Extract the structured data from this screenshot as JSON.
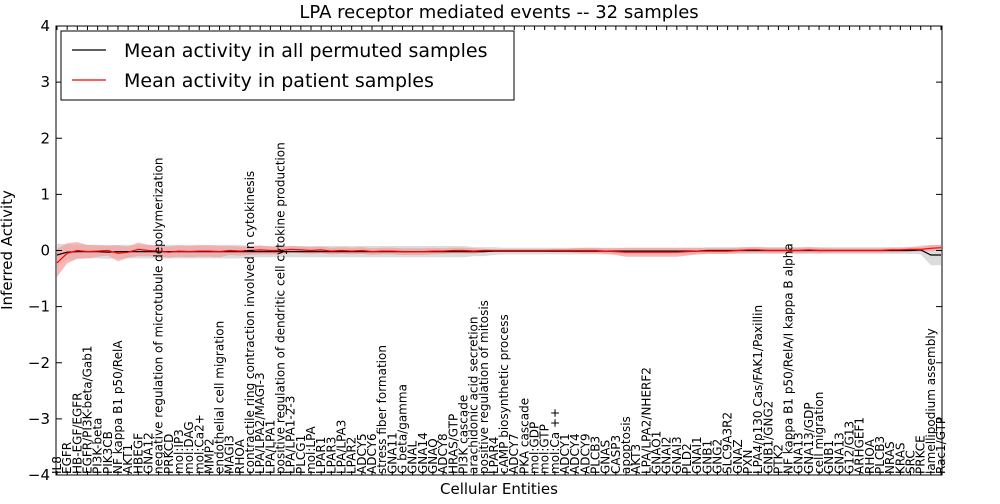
{
  "chart_data": {
    "type": "line",
    "title": "LPA receptor mediated events -- 32 samples",
    "xlabel": "Cellular Entities",
    "ylabel": "Inferred Activity",
    "ylim": [
      -4,
      4
    ],
    "yticks": [
      -4,
      -3,
      -2,
      -1,
      0,
      1,
      2,
      3,
      4
    ],
    "ytick_labels": [
      "−4",
      "−3",
      "−2",
      "−1",
      "0",
      "1",
      "2",
      "3",
      "4"
    ],
    "grid": false,
    "legend_location": "upper-left",
    "categories": [
      "IL8",
      "EGFR",
      "HB-EGF/EGFR",
      "EGFR/PI3K-beta/Gab1",
      "PI3K-beta",
      "PIK3CB",
      "NF kappa B1 p50/RelA",
      "AKT1",
      "HBEGF",
      "GNA12",
      "negative regulation of microtubule depolymerization",
      "PRKCD",
      "mol:IP3",
      "mol:DAG",
      "mol:Ca2+",
      "MMP2",
      "endothelial cell migration",
      "MAGI3",
      "RHOA",
      "contractile ring contraction involved in cytokinesis",
      "LPA/LPA2/MAGI-3",
      "LPA/LPA1",
      "positive regulation of dendritic cell cytokine production",
      "LPA/LPA1-2-3",
      "PLCG1",
      "mol:LPA",
      "LPAR1",
      "LPAR3",
      "LPA/LPA3",
      "LPAR2",
      "ADCY5",
      "ADCY6",
      "stress fiber formation",
      "GNA11",
      "G beta/gamma",
      "GNAL",
      "GNA14",
      "GNAQ",
      "ADCY8",
      "HRAS/GTP",
      "PI3K cascade",
      "arachidonic acid secretion",
      "positive regulation of mitosis",
      "LPAR4",
      "cAMP biosynthetic process",
      "ADCY7",
      "PKA cascade",
      "mol:GDP",
      "mol:GTP",
      "mol:Ca ++",
      "ADCY1",
      "ADCY4",
      "ADCY9",
      "PLCB3",
      "GNAS",
      "CASP3",
      "apoptosis",
      "AKT3",
      "LPA/LPA2/NHERF2",
      "GNAO1",
      "GNAI2",
      "GNAI3",
      "PLD2",
      "GNAI1",
      "GNB1",
      "GNG2",
      "SLC9A3R2",
      "GNAZ",
      "PXN",
      "LPA4/p130 Cas/FAK1/Paxillin",
      "GNB1/GNG2",
      "PTK2",
      "NF kappa B1 p50/RelA/I kappa B alpha",
      "GNA13",
      "GNA13/GDP",
      "cell migration",
      "GNB1",
      "GNA13",
      "G12/G13",
      "ARHGEF1",
      "RHOA",
      "PLCB3",
      "NRAS",
      "KRAS",
      "SRC",
      "PRKCE",
      "lamellipodium assembly",
      "Rac1/GTP"
    ],
    "series": [
      {
        "name": "Mean activity in all permuted samples",
        "color": "#000000",
        "band_color": "#bfbfbf",
        "values": [
          -0.08,
          -0.03,
          -0.02,
          -0.02,
          -0.02,
          -0.03,
          -0.02,
          -0.02,
          -0.02,
          -0.02,
          -0.02,
          -0.02,
          -0.02,
          -0.02,
          -0.02,
          -0.02,
          -0.02,
          -0.02,
          -0.02,
          -0.02,
          -0.02,
          -0.02,
          -0.02,
          -0.02,
          -0.02,
          -0.02,
          -0.02,
          -0.02,
          -0.02,
          -0.02,
          -0.02,
          -0.02,
          -0.02,
          -0.02,
          -0.02,
          -0.02,
          -0.02,
          -0.02,
          -0.02,
          -0.02,
          -0.02,
          -0.02,
          -0.02,
          -0.01,
          -0.01,
          -0.01,
          -0.01,
          -0.01,
          -0.01,
          -0.01,
          -0.01,
          -0.01,
          -0.01,
          -0.01,
          -0.01,
          -0.01,
          -0.01,
          -0.01,
          -0.01,
          -0.01,
          -0.01,
          -0.01,
          -0.01,
          -0.01,
          0.0,
          0.0,
          0.0,
          0.0,
          0.0,
          0.0,
          0.0,
          0.0,
          0.0,
          0.0,
          0.0,
          0.0,
          0.0,
          0.0,
          0.0,
          0.0,
          0.0,
          0.0,
          0.0,
          0.0,
          0.0,
          0.01,
          -0.08,
          -0.08
        ],
        "spread": [
          0.2,
          0.14,
          0.12,
          0.12,
          0.12,
          0.12,
          0.12,
          0.12,
          0.12,
          0.12,
          0.12,
          0.12,
          0.12,
          0.12,
          0.12,
          0.12,
          0.12,
          0.12,
          0.12,
          0.1,
          0.1,
          0.1,
          0.1,
          0.1,
          0.1,
          0.1,
          0.1,
          0.1,
          0.1,
          0.1,
          0.1,
          0.1,
          0.1,
          0.1,
          0.1,
          0.1,
          0.1,
          0.1,
          0.1,
          0.1,
          0.1,
          0.08,
          0.08,
          0.07,
          0.06,
          0.06,
          0.06,
          0.06,
          0.06,
          0.06,
          0.06,
          0.06,
          0.06,
          0.06,
          0.06,
          0.06,
          0.06,
          0.06,
          0.06,
          0.06,
          0.06,
          0.06,
          0.06,
          0.06,
          0.06,
          0.06,
          0.06,
          0.06,
          0.06,
          0.06,
          0.06,
          0.06,
          0.06,
          0.06,
          0.06,
          0.06,
          0.06,
          0.06,
          0.06,
          0.06,
          0.06,
          0.06,
          0.06,
          0.06,
          0.06,
          0.08,
          0.18,
          0.18
        ]
      },
      {
        "name": "Mean activity in patient samples",
        "color": "#ff0000",
        "band_color": "#f4a0a0",
        "values": [
          -0.22,
          -0.05,
          0.0,
          -0.02,
          -0.01,
          0.0,
          -0.05,
          -0.03,
          0.02,
          0.0,
          -0.01,
          -0.03,
          -0.01,
          -0.02,
          -0.01,
          -0.01,
          -0.02,
          0.0,
          -0.01,
          0.0,
          0.01,
          0.0,
          0.0,
          0.02,
          0.01,
          0.0,
          0.01,
          -0.01,
          0.0,
          -0.01,
          0.0,
          -0.02,
          -0.01,
          -0.01,
          -0.02,
          -0.02,
          -0.02,
          -0.01,
          -0.01,
          0.0,
          0.0,
          -0.01,
          0.0,
          0.0,
          0.0,
          0.0,
          0.0,
          0.0,
          0.0,
          0.0,
          0.0,
          0.0,
          0.0,
          0.0,
          -0.01,
          -0.02,
          -0.03,
          -0.03,
          -0.03,
          -0.03,
          -0.03,
          -0.03,
          -0.02,
          -0.01,
          -0.01,
          -0.01,
          -0.01,
          0.0,
          0.01,
          0.01,
          0.0,
          0.0,
          0.0,
          0.0,
          0.01,
          0.0,
          0.0,
          0.0,
          0.0,
          0.0,
          0.0,
          0.0,
          0.01,
          0.01,
          0.02,
          0.02,
          0.04,
          0.05
        ],
        "spread": [
          0.25,
          0.18,
          0.15,
          0.12,
          0.1,
          0.09,
          0.14,
          0.1,
          0.12,
          0.1,
          0.1,
          0.1,
          0.1,
          0.1,
          0.1,
          0.1,
          0.1,
          0.08,
          0.08,
          0.08,
          0.08,
          0.07,
          0.07,
          0.06,
          0.06,
          0.06,
          0.06,
          0.06,
          0.06,
          0.06,
          0.06,
          0.06,
          0.06,
          0.06,
          0.06,
          0.06,
          0.06,
          0.06,
          0.05,
          0.05,
          0.05,
          0.05,
          0.03,
          0.02,
          0.02,
          0.02,
          0.02,
          0.02,
          0.02,
          0.03,
          0.03,
          0.04,
          0.05,
          0.05,
          0.05,
          0.06,
          0.08,
          0.08,
          0.08,
          0.08,
          0.08,
          0.08,
          0.07,
          0.06,
          0.05,
          0.05,
          0.05,
          0.05,
          0.05,
          0.05,
          0.05,
          0.05,
          0.05,
          0.05,
          0.05,
          0.05,
          0.04,
          0.04,
          0.04,
          0.04,
          0.04,
          0.04,
          0.04,
          0.04,
          0.04,
          0.04,
          0.05,
          0.05
        ]
      }
    ]
  }
}
